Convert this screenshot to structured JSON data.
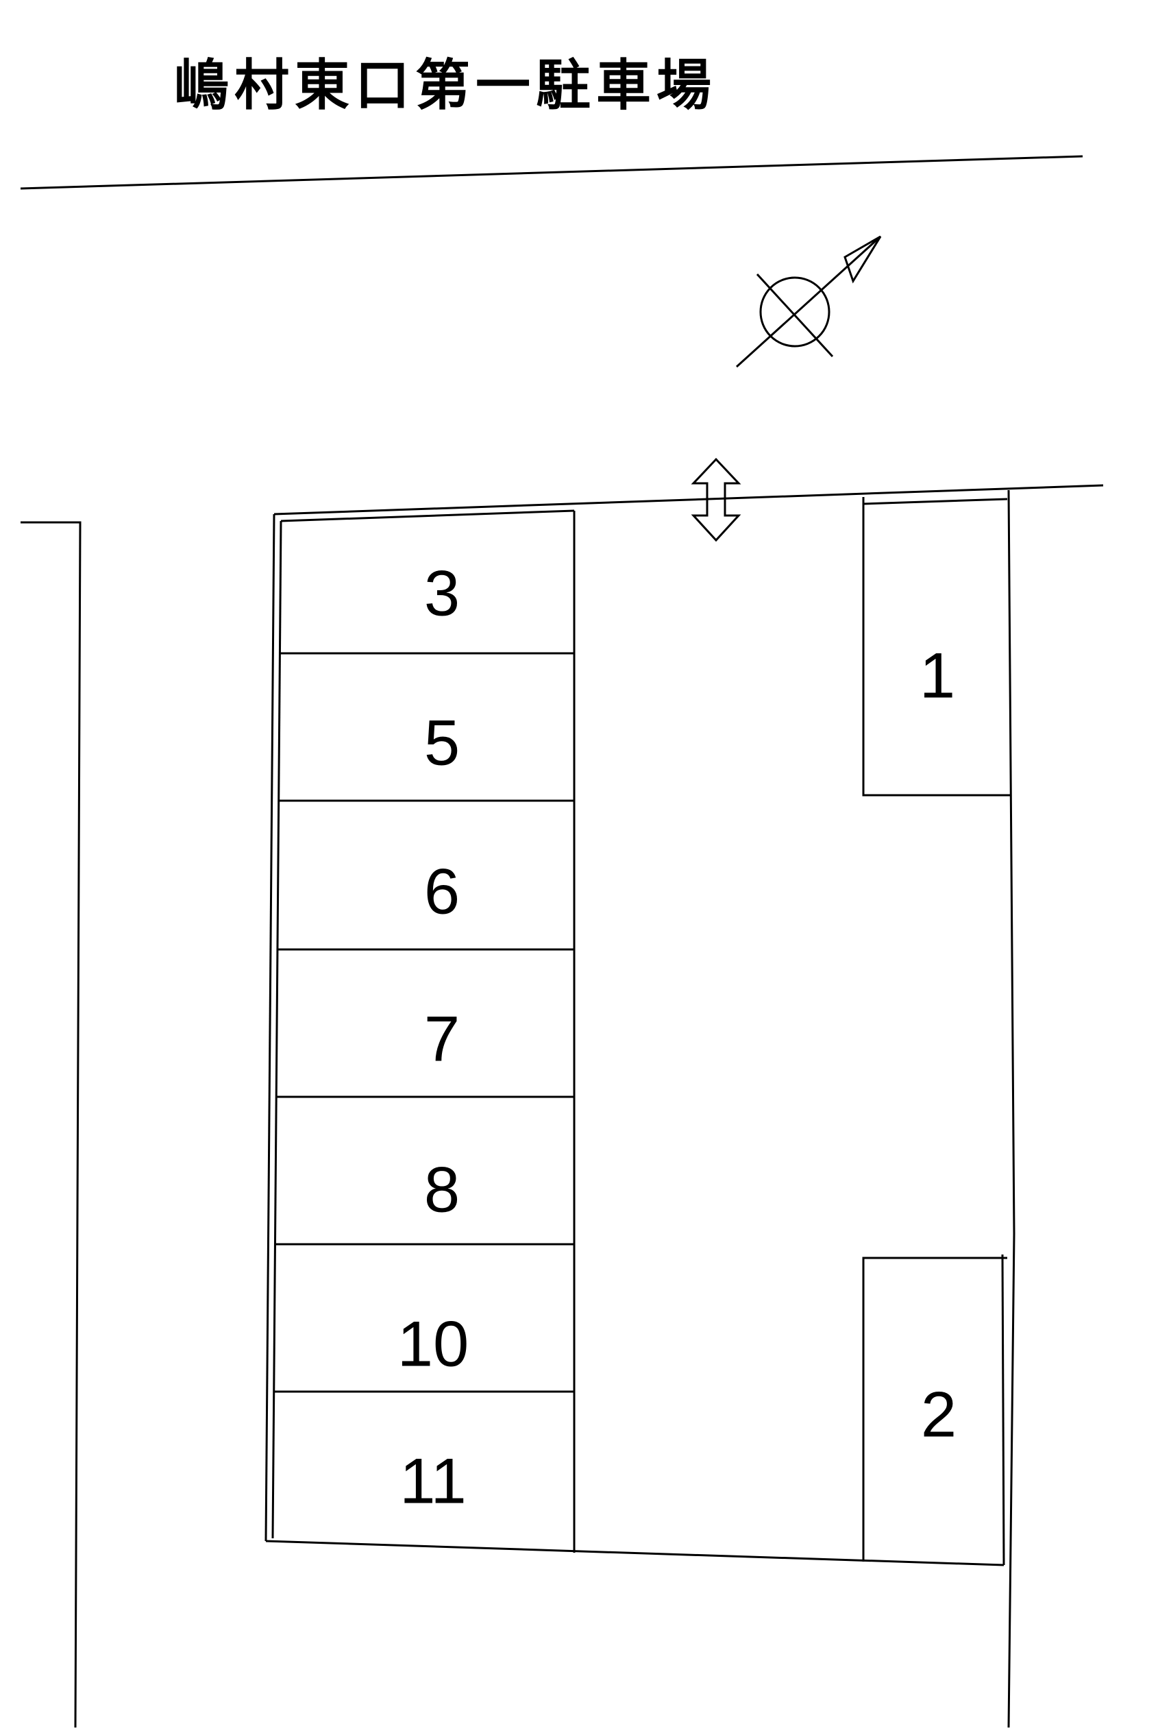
{
  "title": "嶋村東口第一駐車場",
  "slots": {
    "s1": "1",
    "s2": "2",
    "s3": "3",
    "s5": "5",
    "s6": "6",
    "s7": "7",
    "s8": "8",
    "s10": "10",
    "s11": "11"
  },
  "icons": {
    "north": "north-arrow-icon",
    "entrance": "double-arrow-icon"
  }
}
